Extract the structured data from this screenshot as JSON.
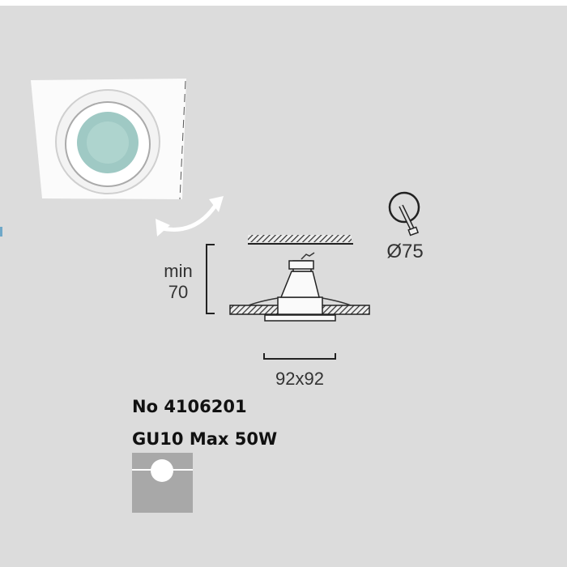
{
  "product": {
    "number": "No 4106201",
    "lamp": "GU10 Max 50W"
  },
  "dimensions": {
    "depth_label_1": "min",
    "depth_label_2": "70",
    "cutout": "92x92",
    "hole_diameter": "Ø75"
  },
  "colors": {
    "background": "#dcdcdc",
    "lens": "#9fc9c4",
    "swatch": "#a8a8a8"
  }
}
